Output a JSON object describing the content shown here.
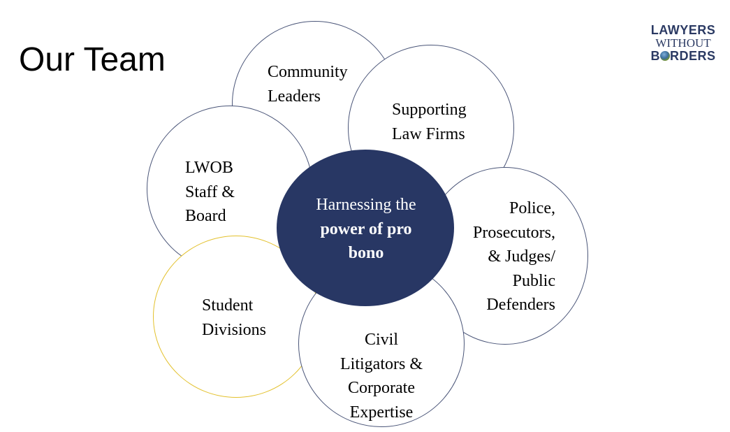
{
  "slide": {
    "title": "Our Team"
  },
  "logo": {
    "line1": "LAWYERS",
    "line2": "WITHOUT",
    "line3_prefix": "B",
    "line3_suffix": "RDERS"
  },
  "diagram": {
    "center": {
      "line1": "Harnessing the",
      "line2": "power of pro",
      "line3": "bono"
    },
    "petals": {
      "community": {
        "line1": "Community",
        "line2": "Leaders"
      },
      "law_firms": {
        "line1": "Supporting",
        "line2": "Law Firms"
      },
      "staff": {
        "line1": "LWOB",
        "line2": "Staff &",
        "line3": "Board"
      },
      "police": {
        "line1": "Police,",
        "line2": "Prosecutors,",
        "line3": "& Judges/",
        "line4": "Public",
        "line5": "Defenders"
      },
      "students": {
        "line1": "Student",
        "line2": "Divisions"
      },
      "civil": {
        "line1": "Civil",
        "line2": "Litigators &",
        "line3": "Corporate",
        "line4": "Expertise"
      }
    }
  },
  "colors": {
    "center_fill": "#283764",
    "petal_outline": "#4a5578",
    "student_outline": "#e3c12d",
    "logo_text": "#2b3a63"
  }
}
